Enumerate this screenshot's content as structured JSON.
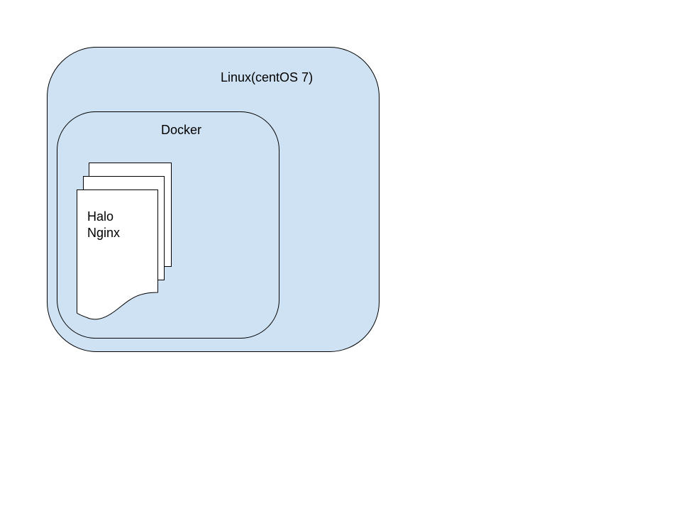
{
  "diagram": {
    "outer_label": "Linux(centOS 7)",
    "inner_label": "Docker",
    "document_lines": [
      "Halo",
      "Nginx"
    ]
  },
  "colors": {
    "container_fill": "#cfe2f3",
    "document_fill": "#ffffff",
    "stroke": "#000000",
    "background": "#ffffff"
  }
}
